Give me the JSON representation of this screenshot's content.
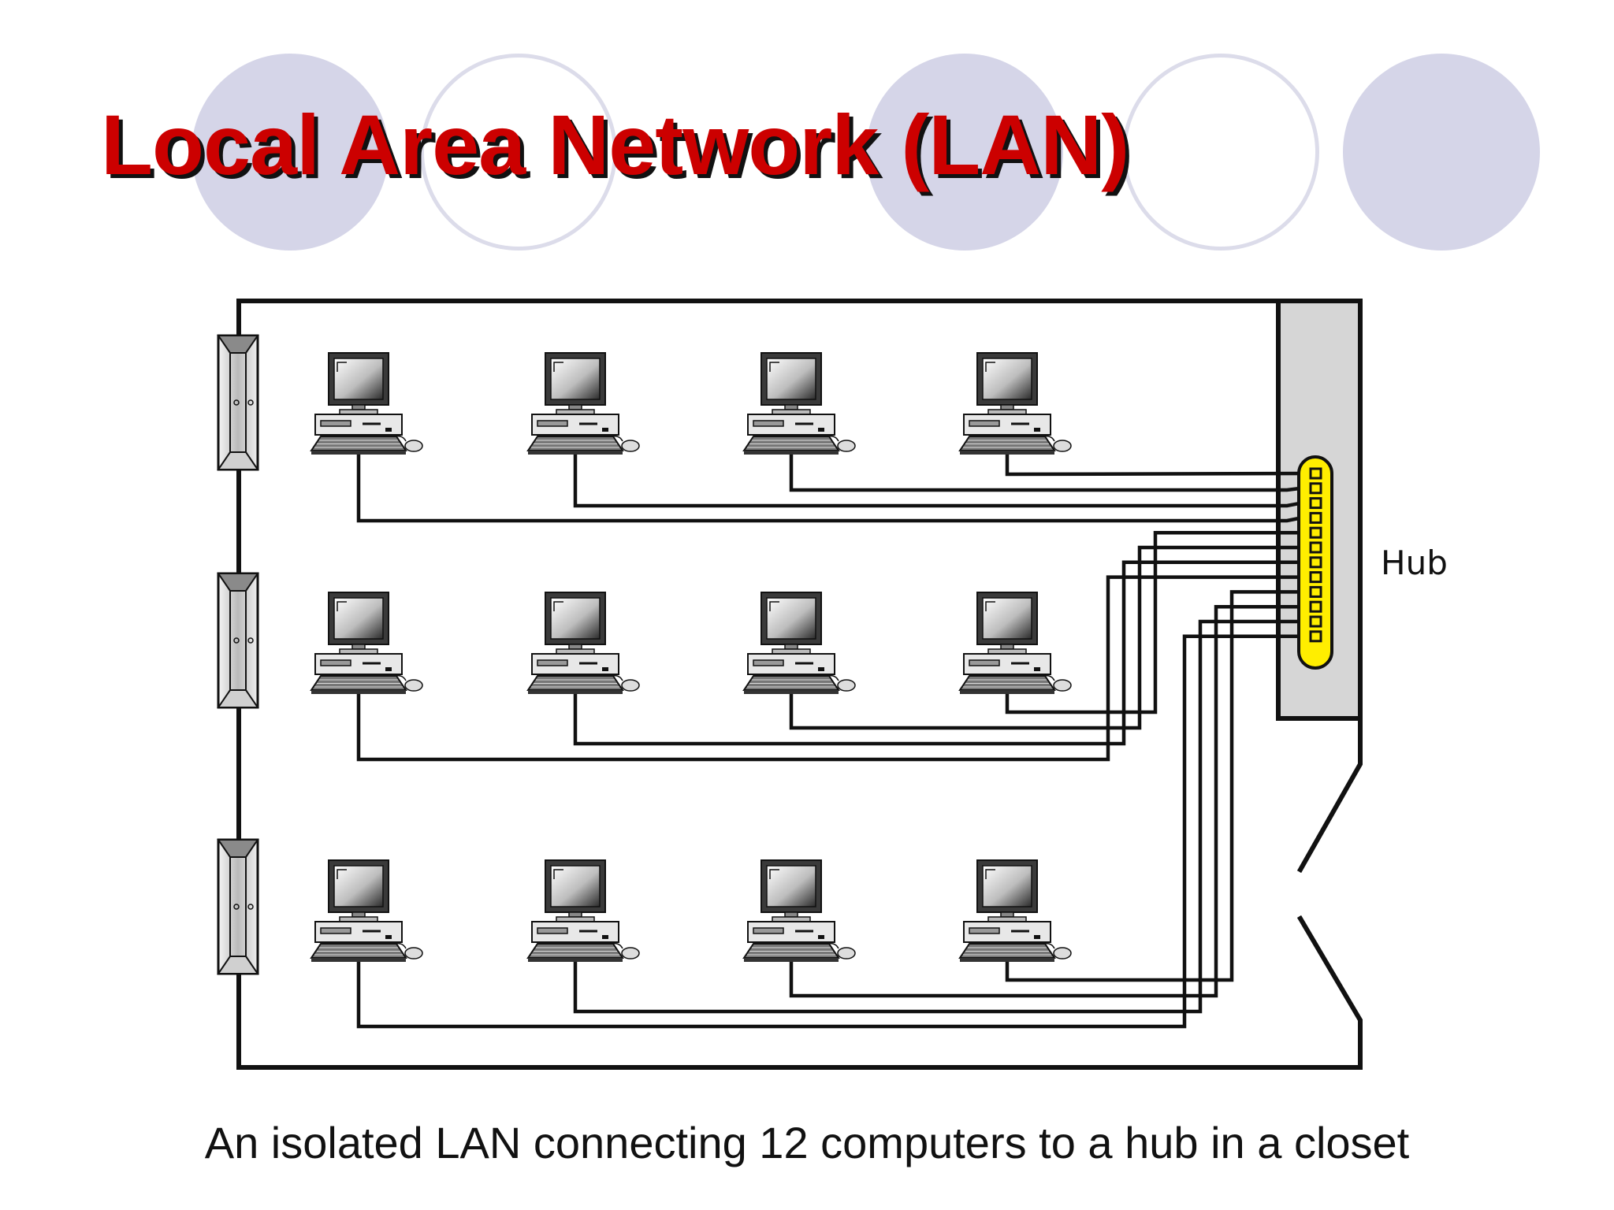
{
  "title": "Local Area Network (LAN)",
  "caption": "An isolated LAN connecting 12 computers to a hub in a closet",
  "diagram": {
    "hub_label": "Hub",
    "computer_count": 12,
    "rows": 3,
    "computers_per_row": 4,
    "windows_on_left_wall": 3,
    "hub_ports": 12
  },
  "colors": {
    "title": "#cc0000",
    "title_shadow": "#111111",
    "decor_circle": "#d5d5e8",
    "hub_closet": "#d6d6d6",
    "hub_port_strip": "#ffee00"
  }
}
